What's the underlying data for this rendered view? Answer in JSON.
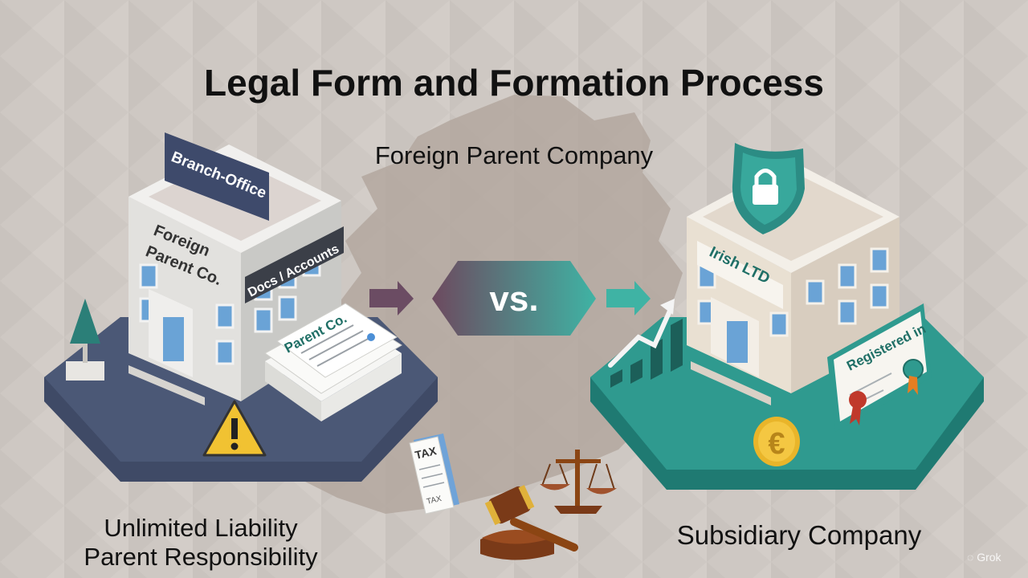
{
  "title": "Legal Form and Formation Process",
  "center_label": "Foreign Parent Company",
  "vs_label": "vs.",
  "left": {
    "sign": "Branch-Office",
    "facade": [
      "Foreign",
      "Parent Co."
    ],
    "panel": "Docs / Accounts",
    "docs": "Parent Co.",
    "caption": [
      "Unlimited Liability",
      "Parent Responsibility"
    ]
  },
  "right": {
    "facade": "Irish LTD",
    "certificate": "Registered in",
    "caption": "Subsidiary Company"
  },
  "tax_doc": [
    "TAX",
    "TAX"
  ],
  "watermark": "Grok",
  "colors": {
    "navy": "#4b5876",
    "teal": "#2f9a8f",
    "background": "#cdc7c2",
    "map": "#b5a9a1"
  }
}
